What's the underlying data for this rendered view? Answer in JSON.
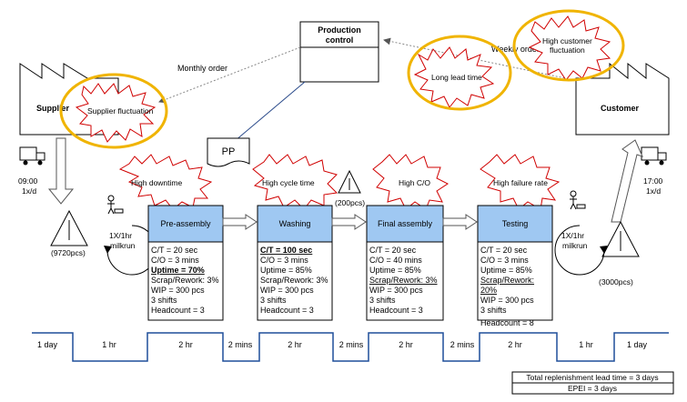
{
  "production_control": {
    "line1": "Production",
    "line2": "control"
  },
  "supplier": {
    "label": "Supplier",
    "burst": "Supplier fluctuation",
    "time": "09:00",
    "freq": "1x/d"
  },
  "customer": {
    "label": "Customer",
    "time": "17:00",
    "freq": "1x/d"
  },
  "orders": {
    "monthly": "Monthly order",
    "weekly": "Weekly order"
  },
  "pp_label": "PP",
  "bursts": {
    "long_lead": "Long lead time",
    "high_cust_1": "High customer",
    "high_cust_2": "fluctuation",
    "downtime": "High downtime",
    "cycle": "High cycle time",
    "co": "High C/O",
    "failure": "High failure rate"
  },
  "inventories": {
    "supplier": "(9720pcs)",
    "mid": "(200pcs)",
    "customer": "(3000pcs)"
  },
  "milkruns": {
    "left_1": "1X/1hr",
    "left_2": "milkrun",
    "right_1": "1X/1hr",
    "right_2": "milkrun"
  },
  "processes": [
    {
      "name": "Pre-assembly",
      "lines": [
        "C/T = 20 sec",
        "C/O = 3 mins",
        "Uptime = 70%",
        "Scrap/Rework: 3%",
        "WIP = 300 pcs",
        "3 shifts",
        "Headcount = 3"
      ]
    },
    {
      "name": "Washing",
      "lines": [
        "C/T = 100 sec",
        "C/O = 3 mins",
        "Uptime = 85%",
        "Scrap/Rework: 3%",
        "WIP = 300 pcs",
        "3 shifts",
        "Headcount = 3"
      ]
    },
    {
      "name": "Final assembly",
      "lines": [
        "C/T = 20 sec",
        "C/O = 40 mins",
        "Uptime = 85%",
        "Scrap/Rework: 3%",
        "WIP = 300 pcs",
        "3 shifts",
        "Headcount = 3"
      ]
    },
    {
      "name": "Testing",
      "lines": [
        "C/T = 20 sec",
        "C/O = 3 mins",
        "Uptime = 85%",
        "Scrap/Rework:",
        "20%",
        "WIP = 300 pcs",
        "3 shifts",
        "Headcount = 8"
      ]
    }
  ],
  "timeline": [
    "1 day",
    "1 hr",
    "2 hr",
    "2 mins",
    "2 hr",
    "2 mins",
    "2 hr",
    "2 mins",
    "2 hr",
    "1 hr",
    "1 day"
  ],
  "summary": {
    "replenishment": "Total replenishment lead time = 3 days",
    "epei": "EPEI = 3 days"
  },
  "colors": {
    "process_header": "#9fc8f2",
    "highlight": "#f0b400",
    "burst": "#d00000",
    "timeline": "#1f4e9a"
  }
}
